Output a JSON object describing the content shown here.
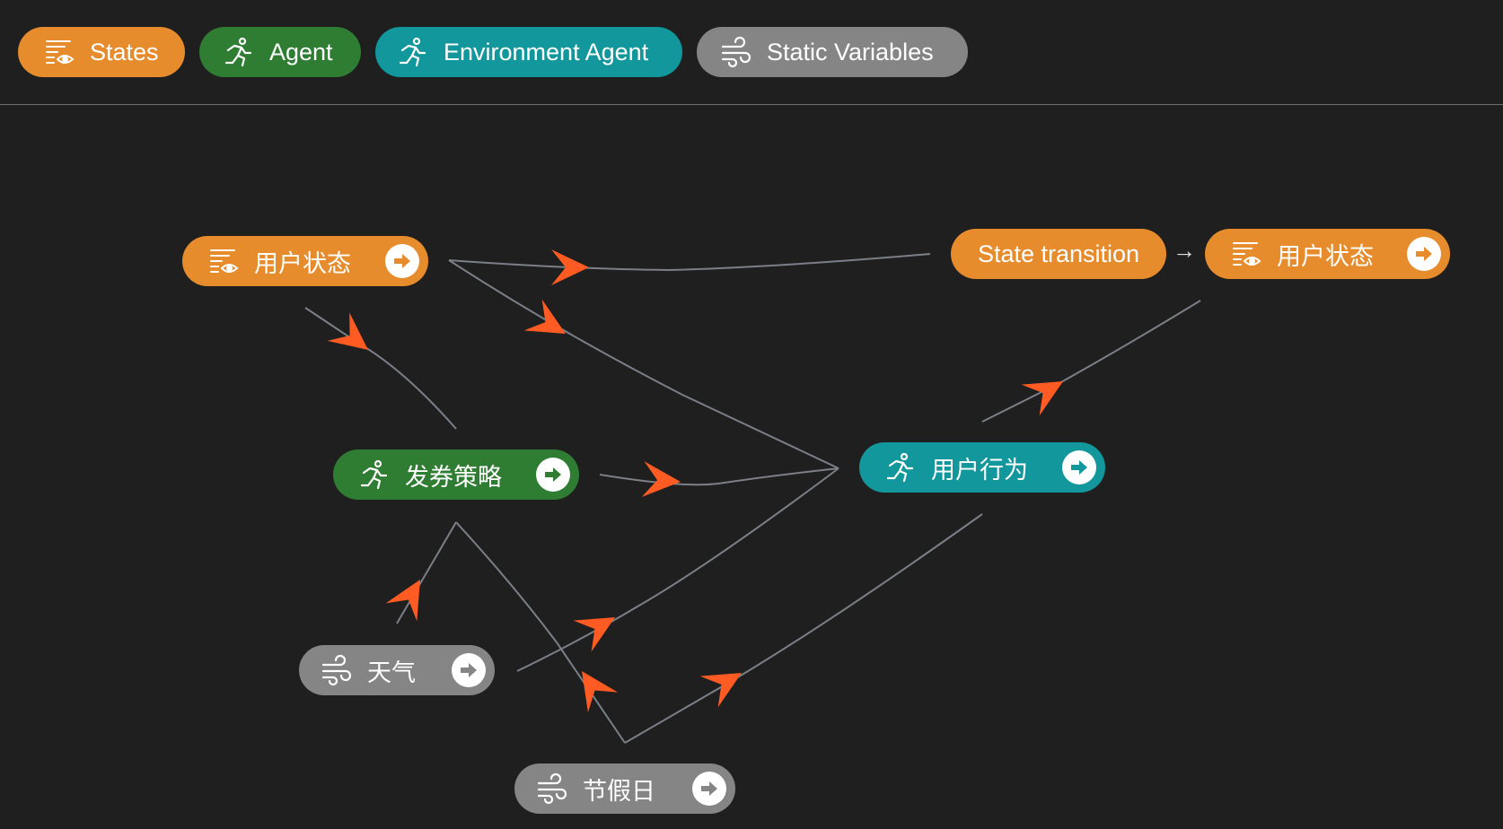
{
  "legend": {
    "states": "States",
    "agent": "Agent",
    "environment_agent": "Environment Agent",
    "static_variables": "Static Variables"
  },
  "nodes": {
    "user_state": "用户状态",
    "coupon_strategy": "发券策略",
    "user_behavior": "用户行为",
    "weather": "天气",
    "holiday": "节假日",
    "state_transition": "State transition",
    "next_user_state": "用户状态"
  },
  "icons": {
    "states": "list-eye-icon",
    "agent": "running-person-icon",
    "static": "wind-icon",
    "go": "arrow-right-circle-icon"
  },
  "colors": {
    "states": "#e68c2c",
    "agent": "#2f7d32",
    "environment_agent": "#12979c",
    "static_variables": "#858585",
    "edge": "#7b7f87",
    "arrowhead": "#ff5b22",
    "background": "#1f1f1f"
  },
  "transition_symbol": "→"
}
